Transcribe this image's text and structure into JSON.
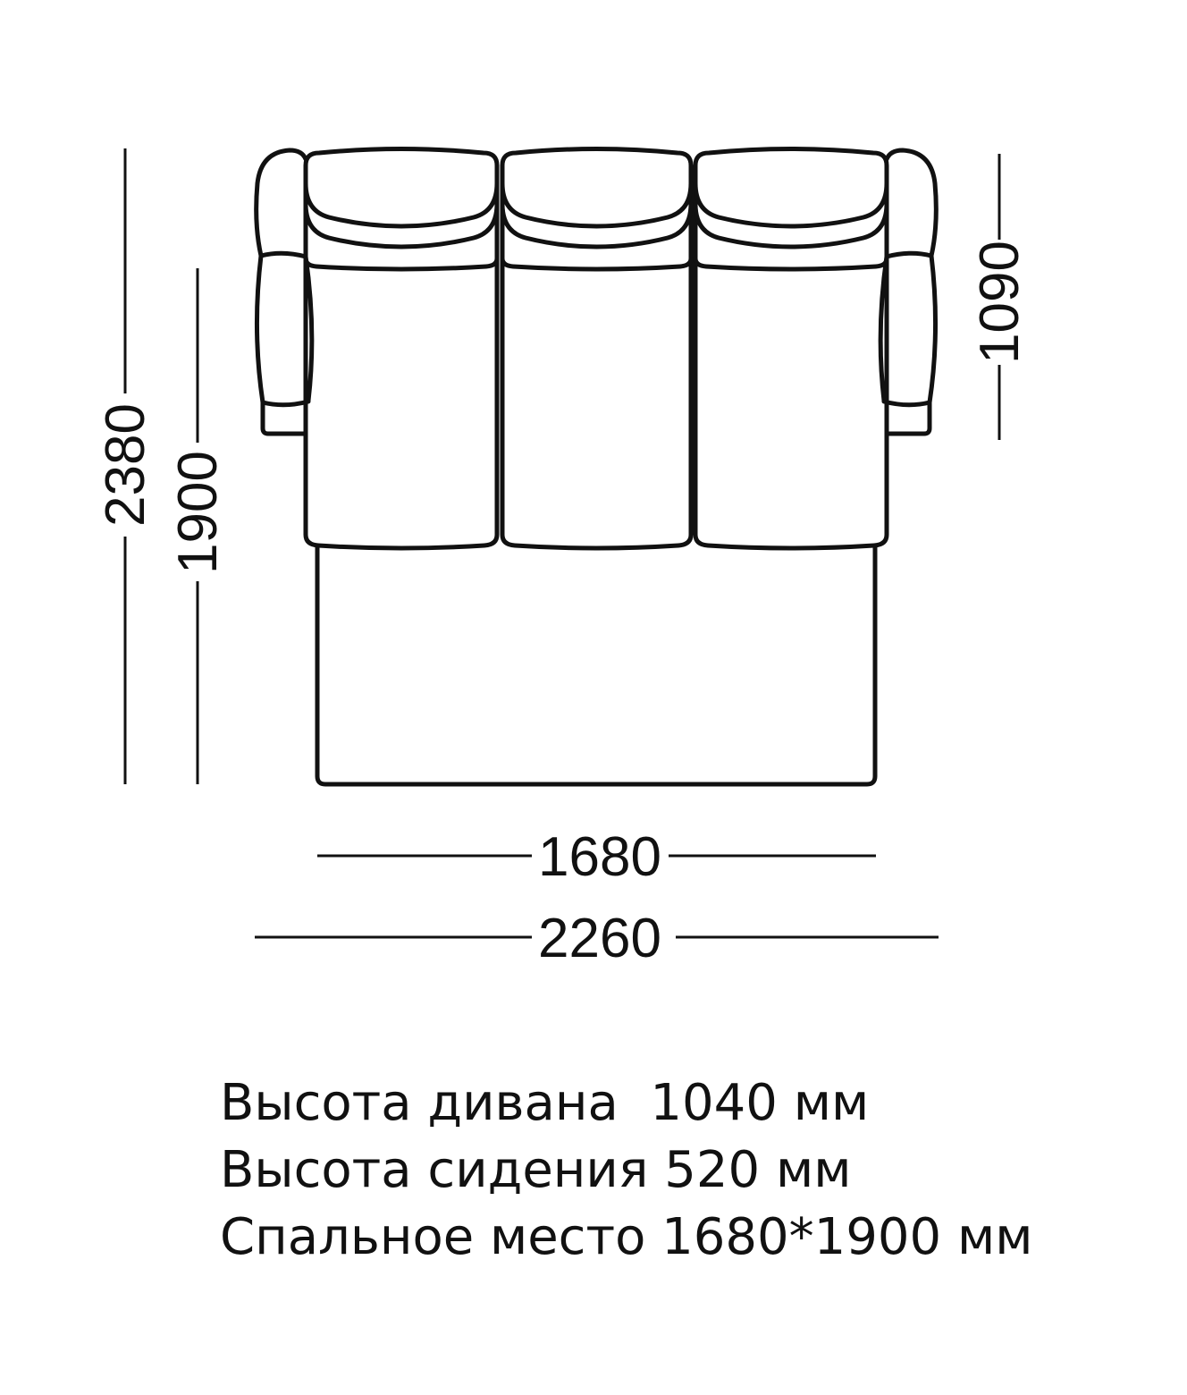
{
  "dimensions": {
    "total_depth": "2380",
    "bed_length": "1900",
    "seat_depth": "1090",
    "bed_width": "1680",
    "total_width": "2260"
  },
  "specs": [
    "Высота дивана  1040 мм",
    "Высота сидения 520 мм",
    "Спальное место 1680*1900 мм"
  ]
}
